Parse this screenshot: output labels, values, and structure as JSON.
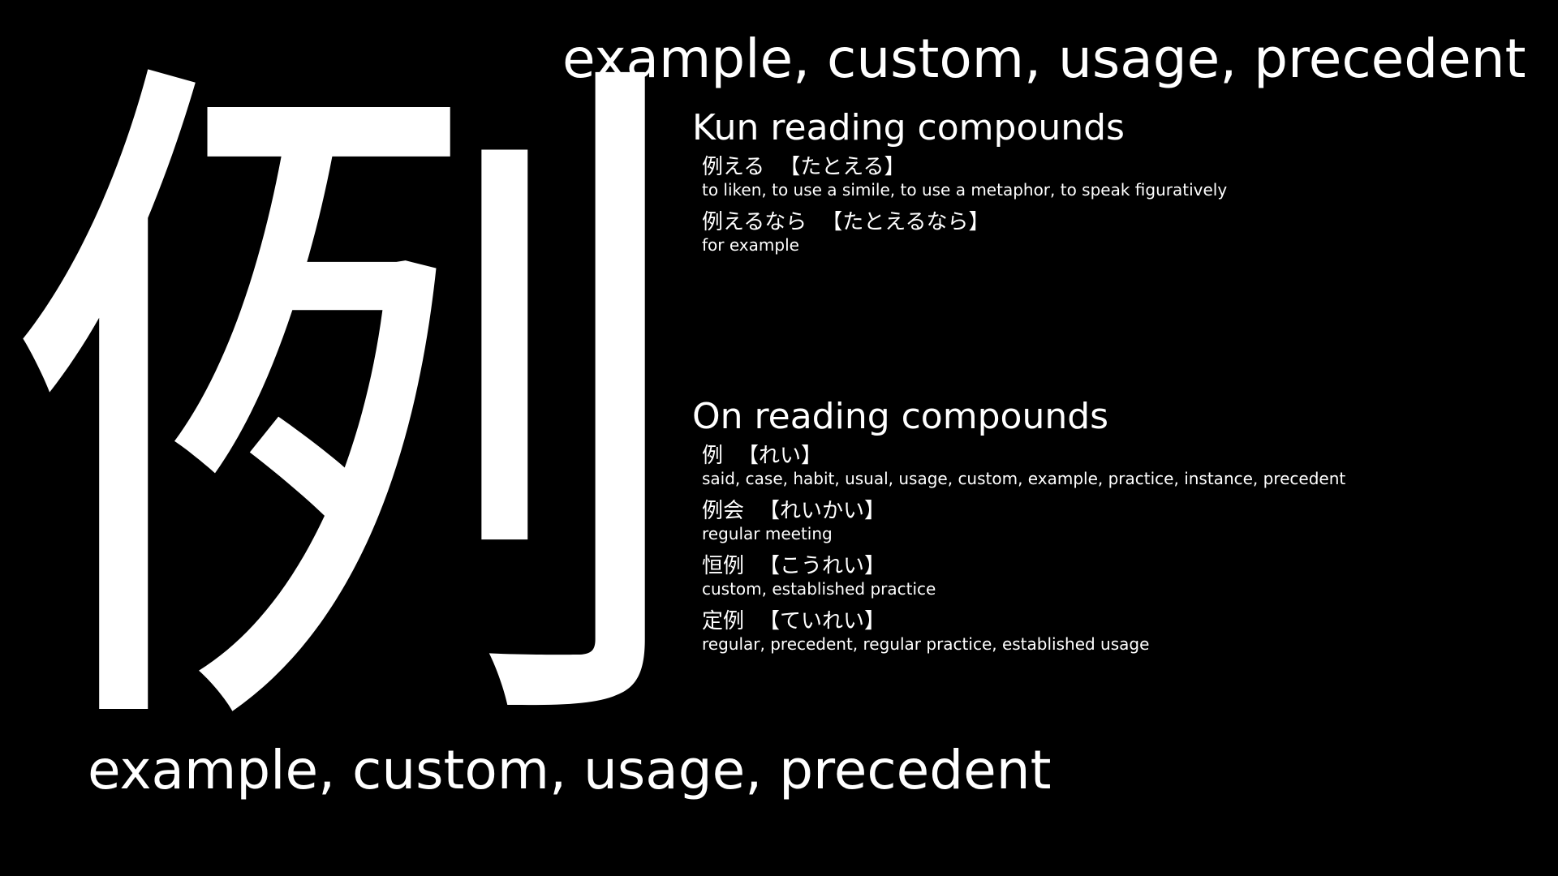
{
  "kanji": "例",
  "meaning_top": "example, custom, usage, precedent",
  "meaning_bottom": "example, custom, usage, precedent",
  "kun_section": {
    "heading": "Kun reading compounds",
    "entries": [
      {
        "word": "例える",
        "reading": "【たとえる】",
        "meaning": "to liken, to use a simile, to use a metaphor, to speak figuratively"
      },
      {
        "word": "例えるなら",
        "reading": "【たとえるなら】",
        "meaning": "for example"
      }
    ]
  },
  "on_section": {
    "heading": "On reading compounds",
    "entries": [
      {
        "word": "例",
        "reading": "【れい】",
        "meaning": "said, case, habit, usual, usage, custom, example, practice, instance, precedent"
      },
      {
        "word": "例会",
        "reading": "【れいかい】",
        "meaning": "regular meeting"
      },
      {
        "word": "恒例",
        "reading": "【こうれい】",
        "meaning": "custom, established practice"
      },
      {
        "word": "定例",
        "reading": "【ていれい】",
        "meaning": "regular, precedent, regular practice, established usage"
      }
    ]
  },
  "colors": {
    "background": "#000000",
    "text": "#ffffff"
  }
}
